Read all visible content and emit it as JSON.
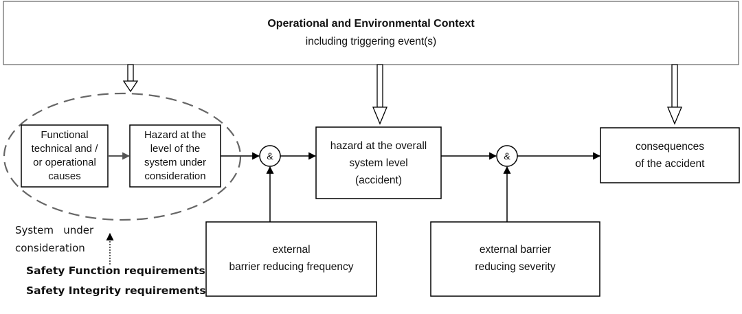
{
  "context": {
    "title": "Operational and Environmental Context",
    "subtitle": "including triggering event(s)"
  },
  "boxes": {
    "causes": [
      "Functional",
      "technical and /",
      "or operational",
      "causes"
    ],
    "hazard_system": [
      "Hazard at the",
      "level of the",
      "system under",
      "consideration"
    ],
    "hazard_overall": [
      "hazard at the overall",
      "system level",
      "(accident)"
    ],
    "consequences": [
      "consequences",
      "of the accident"
    ],
    "barrier_frequency": [
      "external",
      "barrier reducing frequency"
    ],
    "barrier_severity": [
      "external barrier",
      "reducing severity"
    ]
  },
  "and_gates": [
    "&",
    "&"
  ],
  "system_label": [
    "System   under",
    "consideration"
  ],
  "requirements": [
    "Safety Function requirements",
    "Safety Integrity requirements"
  ]
}
